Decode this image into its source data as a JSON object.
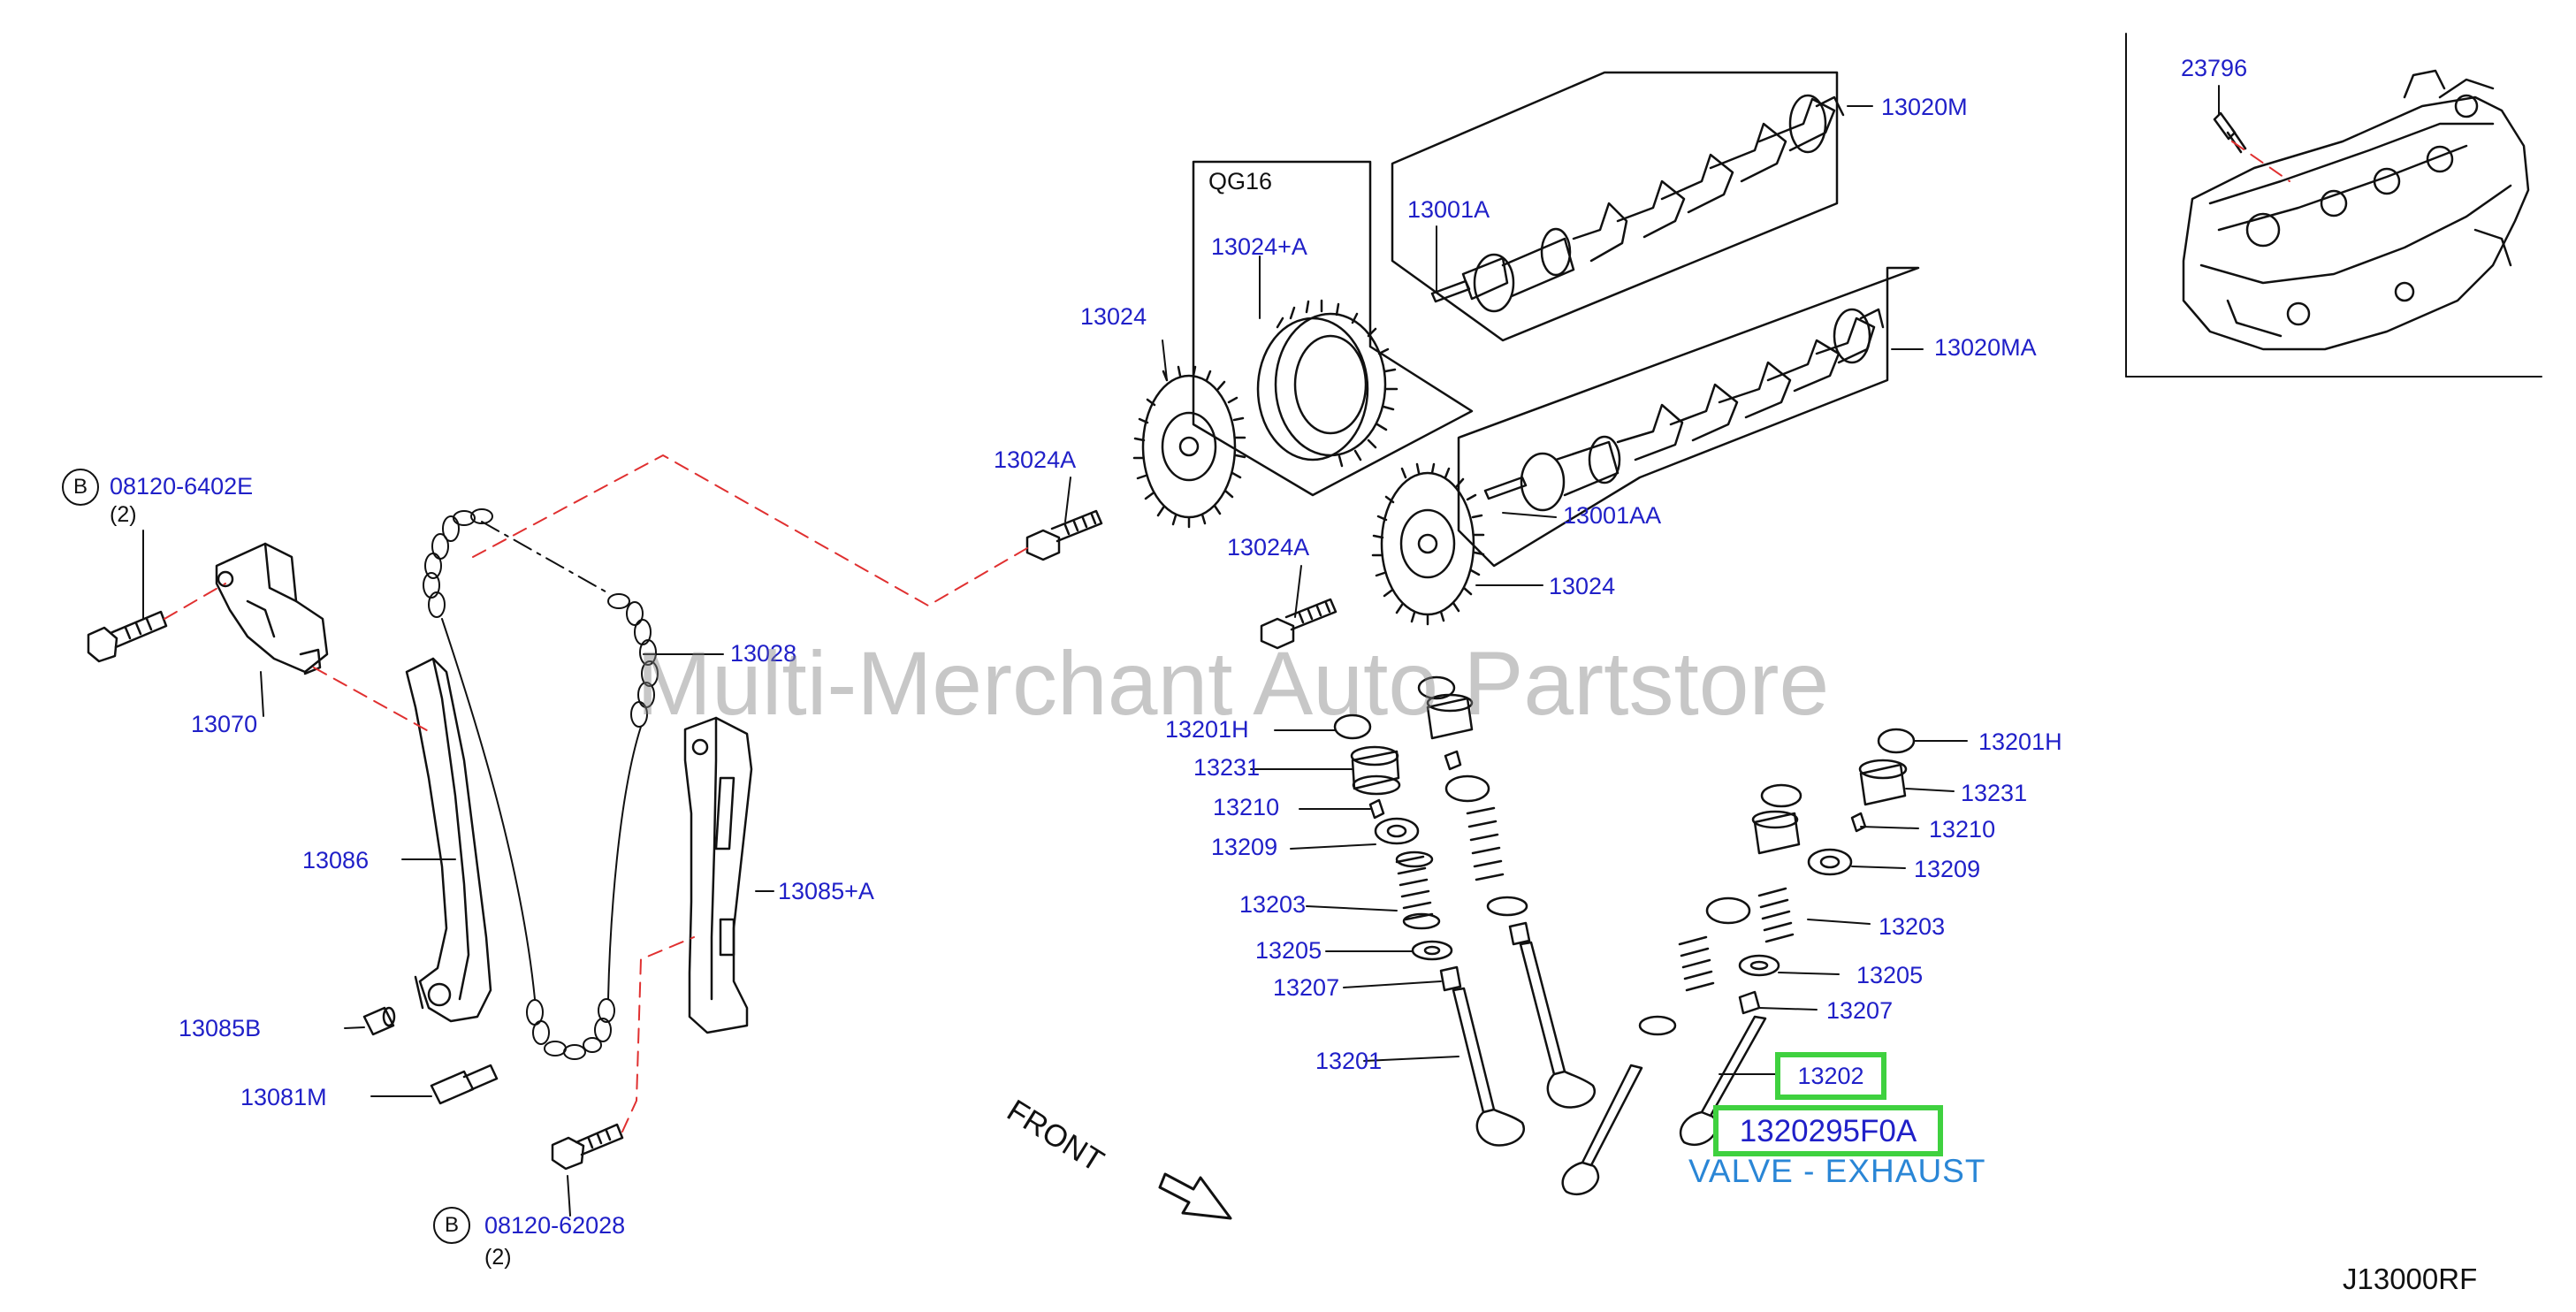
{
  "watermark": "Multi-Merchant Auto Partstore",
  "front_label": "FRONT",
  "diagram_code": "J13000RF",
  "engine_label": "QG16",
  "bolt_marker": "B",
  "labels": {
    "p23796": "23796",
    "p13020M": "13020M",
    "p13001A": "13001A",
    "p13024A_sprocket": "13024+A",
    "p13024_left": "13024",
    "p13020MA": "13020MA",
    "p13024A_bolt_top": "13024A",
    "p13001AA": "13001AA",
    "p13024A_bolt_mid": "13024A",
    "p13024_right": "13024",
    "p08120_6402E": "08120-6402E",
    "p08120_6402E_qty": "(2)",
    "p13070": "13070",
    "p13028": "13028",
    "p13086": "13086",
    "p13085A": "13085+A",
    "p13085B": "13085B",
    "p13081M": "13081M",
    "p08120_62028": "08120-62028",
    "p08120_62028_qty": "(2)",
    "p13201H_left": "13201H",
    "p13231_left": "13231",
    "p13210_left": "13210",
    "p13209_left": "13209",
    "p13203_left": "13203",
    "p13205_left": "13205",
    "p13207_left": "13207",
    "p13201": "13201",
    "p13201H_right": "13201H",
    "p13231_right": "13231",
    "p13210_right": "13210",
    "p13209_right": "13209",
    "p13203_right": "13203",
    "p13205_right": "13205",
    "p13207_right": "13207"
  },
  "highlight": {
    "part_13202": "13202",
    "part_number": "1320295F0A",
    "description": "VALVE - EXHAUST",
    "color": "#3fd13f"
  }
}
